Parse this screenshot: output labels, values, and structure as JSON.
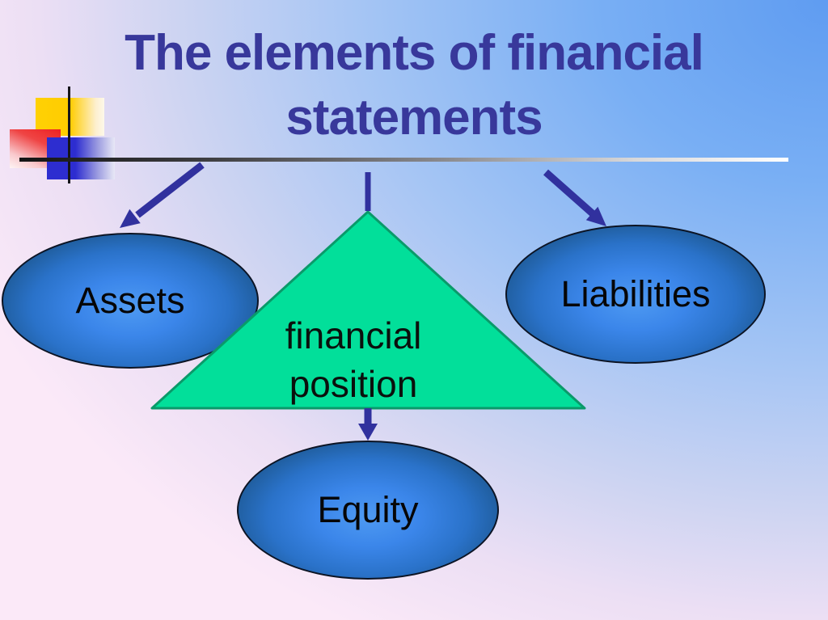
{
  "slide": {
    "title": "The elements of financial statements",
    "nodes": {
      "assets": "Assets",
      "liabilities": "Liabilities",
      "equity": "Equity",
      "financial_position": {
        "line1": "financial",
        "line2": "position"
      }
    },
    "colors": {
      "title_text": "#38389b",
      "arrow": "#31319e",
      "triangle_fill": "#02df9a",
      "triangle_border": "#0a9a6a",
      "ellipse_center": "#3b86ea",
      "ellipse_edge": "#143a62",
      "background_top_right": "#5f9cf1",
      "background_bottom_left": "#fbe9f8",
      "deco_yellow": "#ffcc00",
      "deco_red": "#ee2222",
      "deco_blue": "#2d2dd0"
    }
  }
}
